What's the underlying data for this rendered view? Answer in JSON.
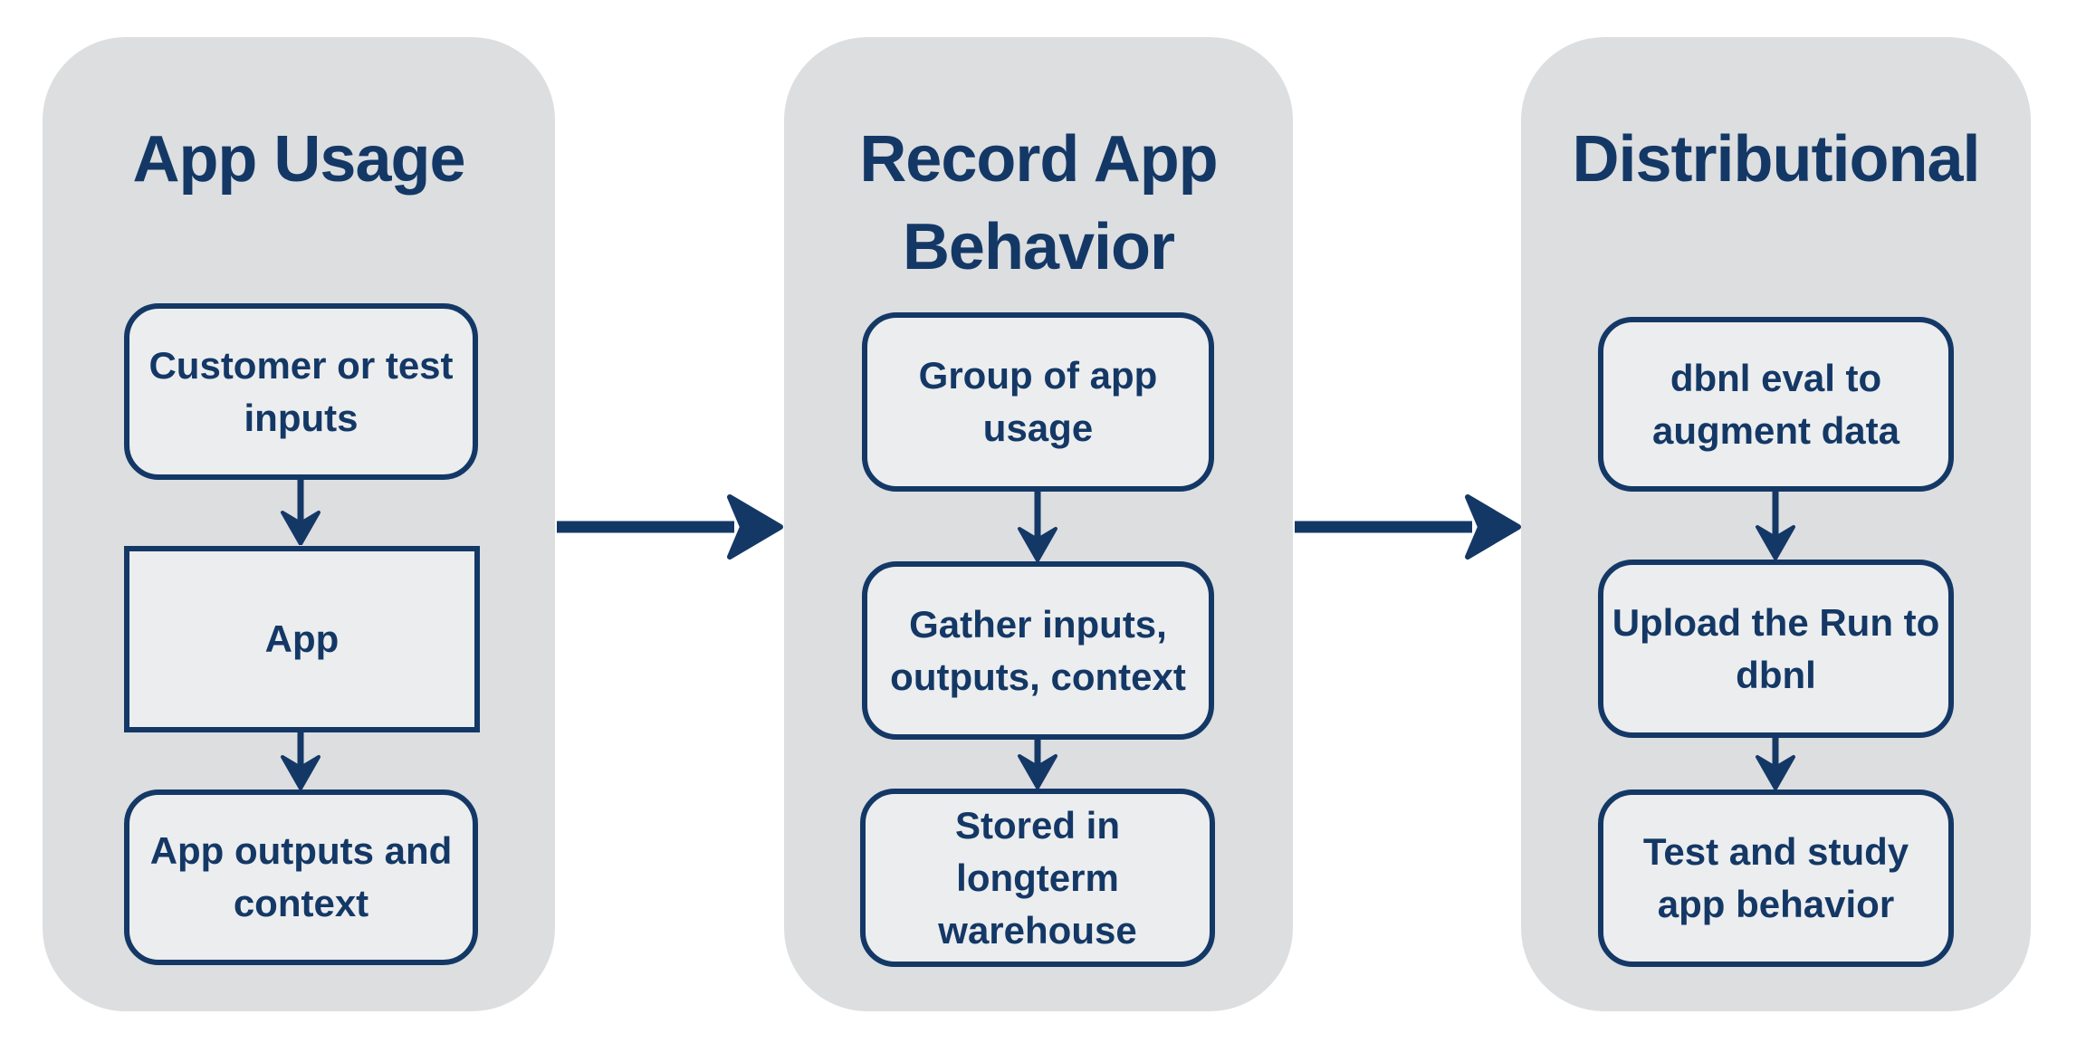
{
  "colors": {
    "navy": "#143866",
    "panel_background": "#dcdee0",
    "box_background": "#ecedee",
    "page_background": "#ffffff"
  },
  "diagram": {
    "columns": [
      {
        "title": "App Usage",
        "boxes": [
          {
            "label": "Customer or test\ninputs"
          },
          {
            "label": "App"
          },
          {
            "label": "App outputs and\ncontext"
          }
        ]
      },
      {
        "title": "Record App\nBehavior",
        "boxes": [
          {
            "label": "Group of app\nusage"
          },
          {
            "label": "Gather inputs,\noutputs, context"
          },
          {
            "label": "Stored in\nlongterm\nwarehouse"
          }
        ]
      },
      {
        "title": "Distributional",
        "boxes": [
          {
            "label": "dbnl eval to\naugment data"
          },
          {
            "label": "Upload the Run to\ndbnl"
          },
          {
            "label": "Test and study\napp behavior"
          }
        ]
      }
    ]
  }
}
